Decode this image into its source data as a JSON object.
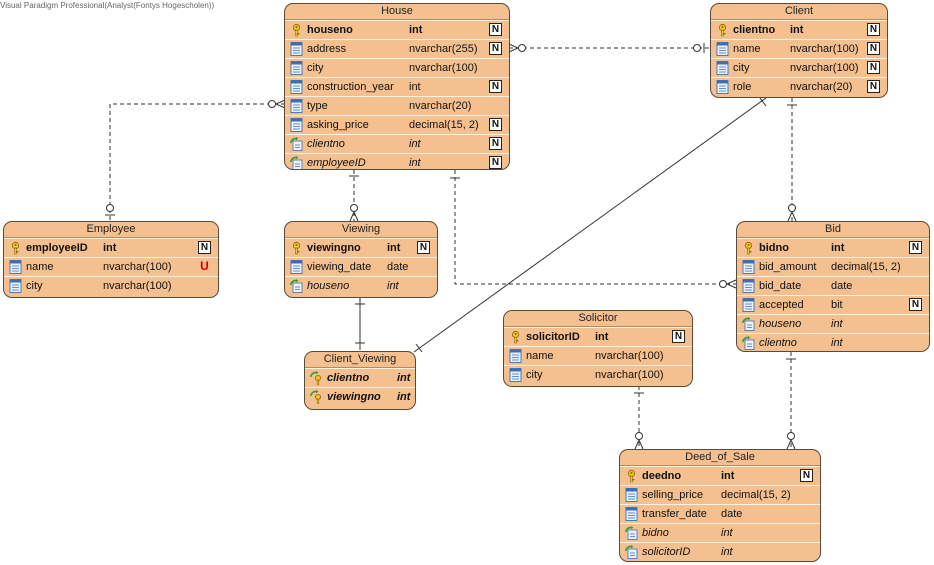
{
  "watermark": "Visual Paradigm Professional(Analyst(Fontys Hogescholen))",
  "entities": {
    "house": {
      "name": "House",
      "columns": [
        {
          "name": "houseno",
          "type": "int",
          "flag": "N"
        },
        {
          "name": "address",
          "type": "nvarchar(255)",
          "flag": "N"
        },
        {
          "name": "city",
          "type": "nvarchar(100)",
          "flag": ""
        },
        {
          "name": "construction_year",
          "type": "int",
          "flag": "N"
        },
        {
          "name": "type",
          "type": "nvarchar(20)",
          "flag": ""
        },
        {
          "name": "asking_price",
          "type": "decimal(15, 2)",
          "flag": "N"
        },
        {
          "name": "clientno",
          "type": "int",
          "flag": "N"
        },
        {
          "name": "employeeID",
          "type": "int",
          "flag": "N"
        }
      ]
    },
    "client": {
      "name": "Client",
      "columns": [
        {
          "name": "clientno",
          "type": "int",
          "flag": "N"
        },
        {
          "name": "name",
          "type": "nvarchar(100)",
          "flag": "N"
        },
        {
          "name": "city",
          "type": "nvarchar(100)",
          "flag": "N"
        },
        {
          "name": "role",
          "type": "nvarchar(20)",
          "flag": "N"
        }
      ]
    },
    "employee": {
      "name": "Employee",
      "columns": [
        {
          "name": "employeeID",
          "type": "int",
          "flag": "N"
        },
        {
          "name": "name",
          "type": "nvarchar(100)",
          "flag": "U"
        },
        {
          "name": "city",
          "type": "nvarchar(100)",
          "flag": ""
        }
      ]
    },
    "viewing": {
      "name": "Viewing",
      "columns": [
        {
          "name": "viewingno",
          "type": "int",
          "flag": "N"
        },
        {
          "name": "viewing_date",
          "type": "date",
          "flag": ""
        },
        {
          "name": "houseno",
          "type": "int",
          "flag": ""
        }
      ]
    },
    "client_viewing": {
      "name": "Client_Viewing",
      "columns": [
        {
          "name": "clientno",
          "type": "int",
          "flag": ""
        },
        {
          "name": "viewingno",
          "type": "int",
          "flag": ""
        }
      ]
    },
    "bid": {
      "name": "Bid",
      "columns": [
        {
          "name": "bidno",
          "type": "int",
          "flag": "N"
        },
        {
          "name": "bid_amount",
          "type": "decimal(15, 2)",
          "flag": ""
        },
        {
          "name": "bid_date",
          "type": "date",
          "flag": ""
        },
        {
          "name": "accepted",
          "type": "bit",
          "flag": "N"
        },
        {
          "name": "houseno",
          "type": "int",
          "flag": ""
        },
        {
          "name": "clientno",
          "type": "int",
          "flag": ""
        }
      ]
    },
    "solicitor": {
      "name": "Solicitor",
      "columns": [
        {
          "name": "solicitorID",
          "type": "int",
          "flag": "N"
        },
        {
          "name": "name",
          "type": "nvarchar(100)",
          "flag": ""
        },
        {
          "name": "city",
          "type": "nvarchar(100)",
          "flag": ""
        }
      ]
    },
    "deed_of_sale": {
      "name": "Deed_of_Sale",
      "columns": [
        {
          "name": "deedno",
          "type": "int",
          "flag": "N"
        },
        {
          "name": "selling_price",
          "type": "decimal(15, 2)",
          "flag": ""
        },
        {
          "name": "transfer_date",
          "type": "date",
          "flag": ""
        },
        {
          "name": "bidno",
          "type": "int",
          "flag": ""
        },
        {
          "name": "solicitorID",
          "type": "int",
          "flag": ""
        }
      ]
    }
  }
}
